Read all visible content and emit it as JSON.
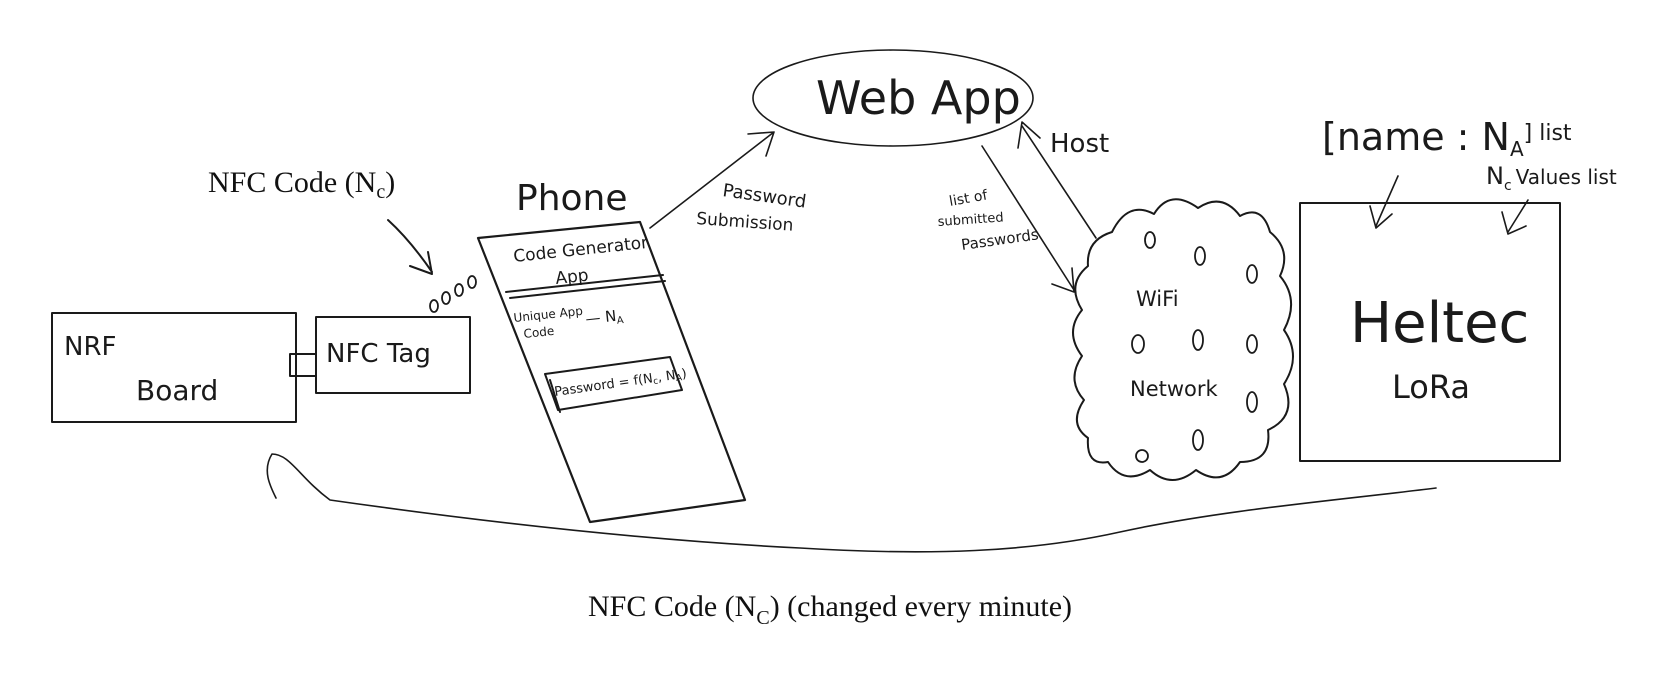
{
  "diagram": {
    "nfc_code_label": "NFC Code (N",
    "nfc_code_sub": "c",
    "nfc_code_close": ")",
    "nrf_board": {
      "line1": "NRF",
      "line2": "Board"
    },
    "nfc_tag": "NFC Tag",
    "phone": {
      "title": "Phone",
      "app_line1": "Code Generator",
      "app_line2": "App",
      "unique_line1": "Unique App",
      "unique_line2": "Code",
      "unique_var": "— N",
      "unique_var_sub": "A",
      "password_formula": "Password = f(N",
      "password_formula_sub1": "c",
      "password_formula_mid": ", N",
      "password_formula_sub2": "A",
      "password_formula_close": ")"
    },
    "password_submission_line1": "Password",
    "password_submission_line2": "Submission",
    "webapp": "Web App",
    "host": "Host",
    "list_submitted_line1": "list of",
    "list_submitted_line2": "submitted",
    "list_submitted_line3": "Passwords",
    "wifi_line1": "WiFi",
    "wifi_line2": "Network",
    "name_list_open": "[name : N",
    "name_list_sub": "A",
    "name_list_close": "] list",
    "nc_values_n": "N",
    "nc_values_sub": "c",
    "nc_values_rest": "Values list",
    "heltec_line1": "Heltec",
    "heltec_line2": "LoRa",
    "bottom_label_main": "NFC Code (N",
    "bottom_label_sub": "C",
    "bottom_label_rest": ") (changed every minute)"
  }
}
